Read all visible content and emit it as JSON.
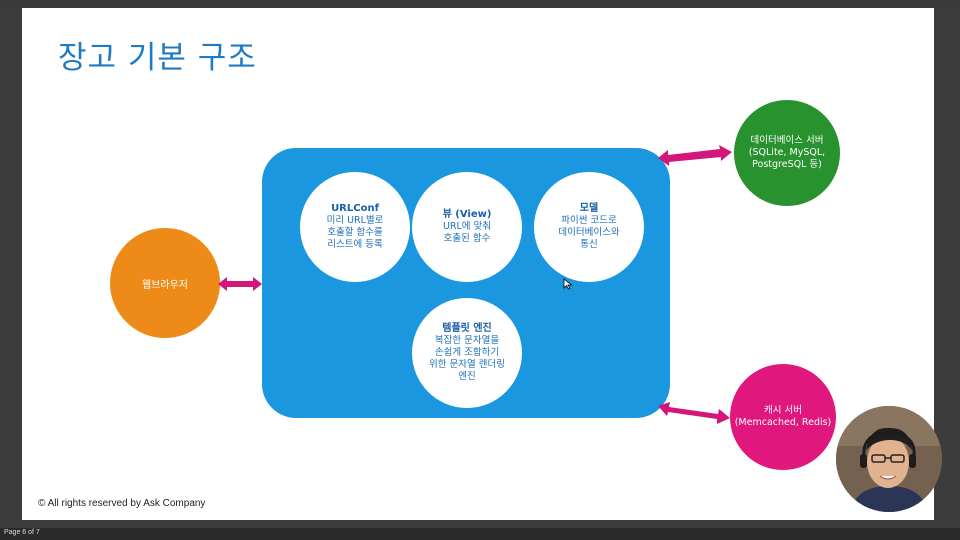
{
  "slide": {
    "title": "장고 기본 구조",
    "copyright": "© All rights reserved by Ask Company"
  },
  "browser": {
    "label": "웹브라우저"
  },
  "url_conf": {
    "title": "URLConf",
    "lines": [
      "미리 URL별로",
      "호출할 함수를",
      "리스트에 등록"
    ]
  },
  "view": {
    "title": "뷰 (View)",
    "lines": [
      "URL에 맞춰",
      "호출된 함수"
    ]
  },
  "model": {
    "title": "모델",
    "lines": [
      "파이썬 코드로",
      "데이터베이스와",
      "통신"
    ]
  },
  "template": {
    "title": "템플릿 엔진",
    "lines": [
      "복잡한 문자열을",
      "손쉽게 조합하기",
      "위한 문자열 렌더링",
      "엔진"
    ]
  },
  "database": {
    "lines": [
      "데이터베이스 서버",
      "(SQLite, MySQL,",
      "PostgreSQL 등)"
    ]
  },
  "cache": {
    "lines": [
      "캐시 서버",
      "(Memcached, Redis)"
    ]
  },
  "colors": {
    "title": "#1f7ac4",
    "panel": "#1b97df",
    "browser": "#ee8a17",
    "database": "#28922e",
    "cache": "#e0177c",
    "arrow": "#d4157a"
  },
  "status_bar": {
    "page_label": "Page 6 of 7"
  }
}
